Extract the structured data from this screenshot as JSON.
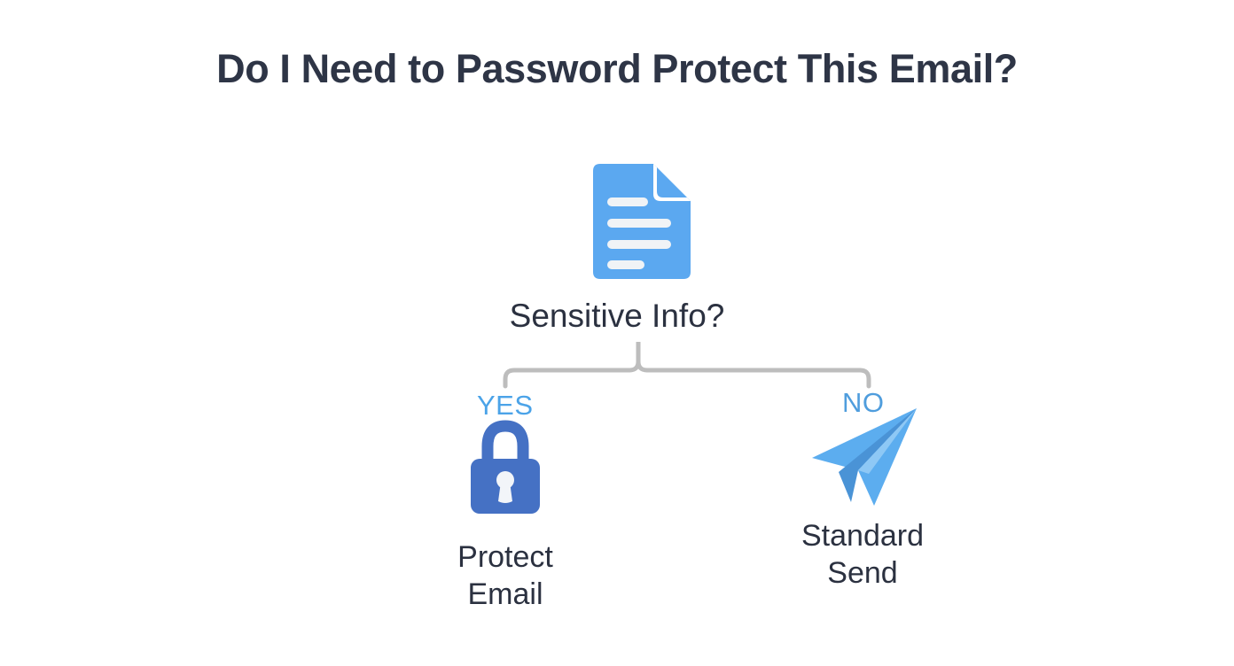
{
  "title": "Do I Need to Password Protect This Email?",
  "colors": {
    "background": "#ffffff",
    "title_text": "#2e3546",
    "body_text": "#2b3140",
    "document_blue": "#5ba8f0",
    "document_line": "#f0f3f6",
    "lock_blue": "#4571c4",
    "lock_keyhole": "#f2f5f9",
    "plane_blue": "#5cadef",
    "plane_fin_blue": "#4a93d6",
    "yes_label": "#4ba3e8",
    "no_label": "#4f9ddd",
    "connector_gray": "#bdbdbd"
  },
  "diagram": {
    "type": "decision-tree",
    "root": {
      "icon": "document-icon",
      "label": "Sensitive Info?"
    },
    "branches": [
      {
        "tag": "YES",
        "icon": "lock-icon",
        "caption_lines": [
          "Protect",
          "Email"
        ]
      },
      {
        "tag": "NO",
        "icon": "paper-plane-icon",
        "caption_lines": [
          "Standard",
          "Send"
        ]
      }
    ]
  }
}
